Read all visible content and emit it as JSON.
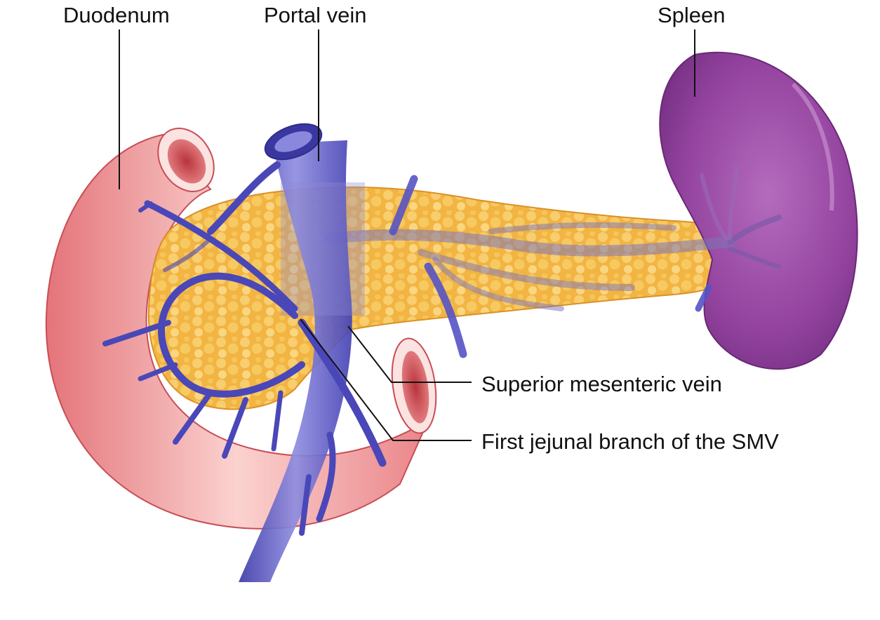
{
  "labels": {
    "duodenum": "Duodenum",
    "portal_vein": "Portal vein",
    "spleen": "Spleen",
    "superior_mesenteric_vein": "Superior mesenteric vein",
    "first_jejunal_branch": "First jejunal branch of the SMV"
  },
  "colors": {
    "duodenum": "#f08f92",
    "duodenum_lumen": "#c9464c",
    "pancreas": "#f3b53a",
    "vein": "#5553c4",
    "spleen": "#8e3f98",
    "leader_line": "#111111"
  }
}
